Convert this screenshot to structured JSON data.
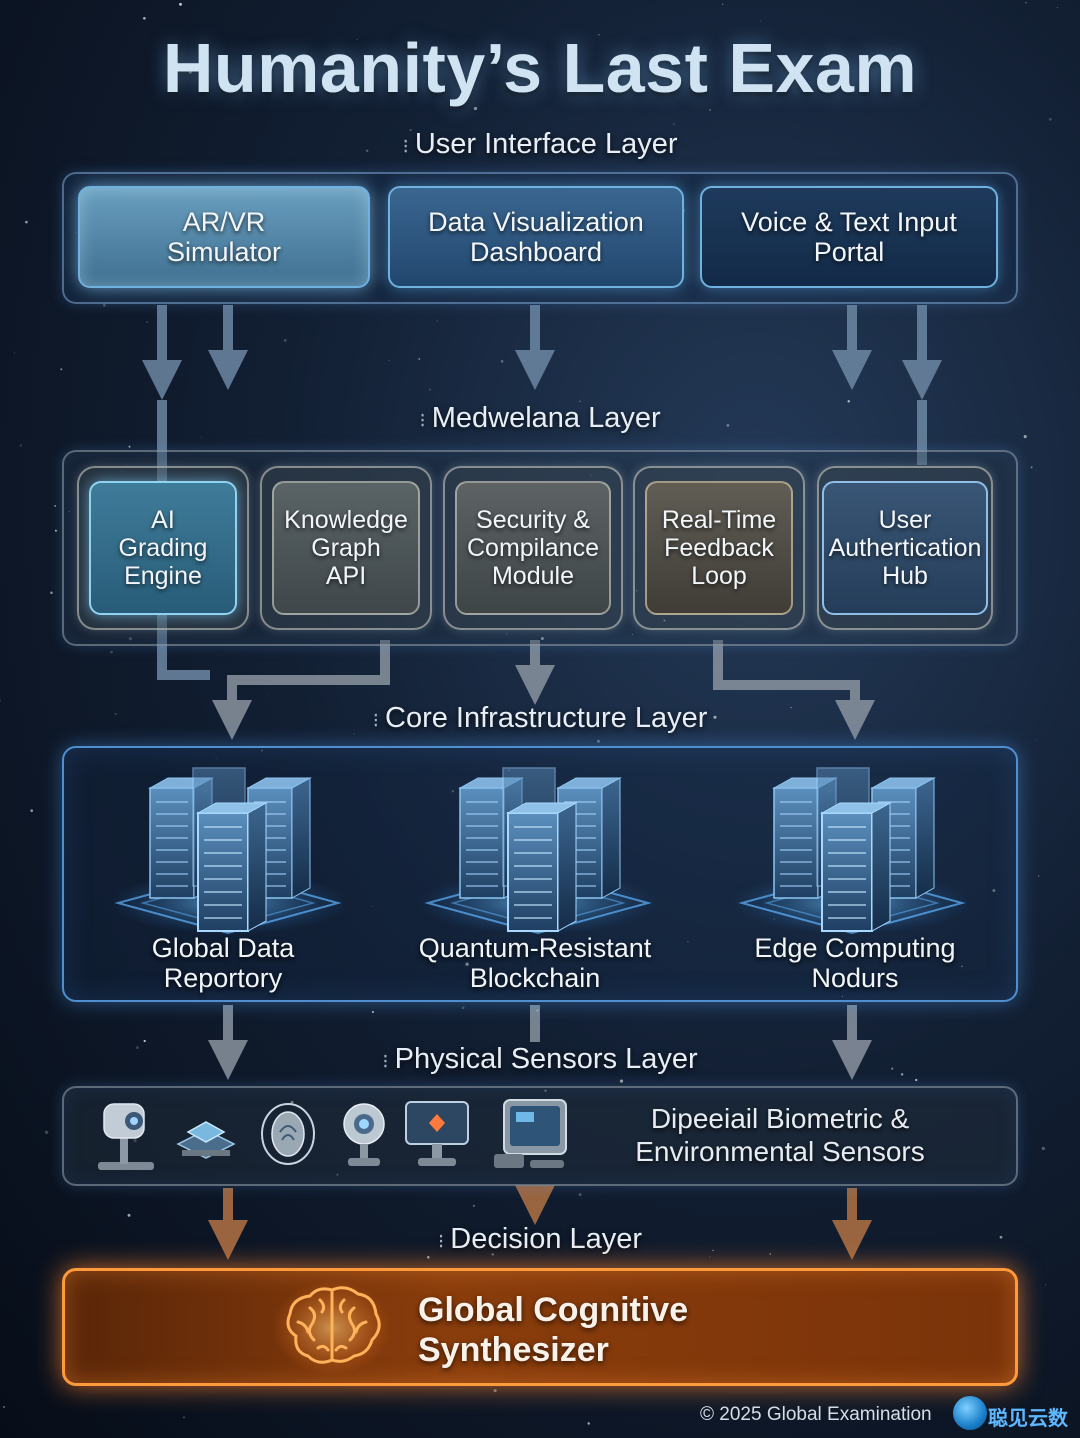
{
  "title": "Humanity’s Last Exam",
  "layers": {
    "ui": {
      "label": "User Interface Layer",
      "boxes": [
        {
          "line1": "AR/VR",
          "line2": "Simulator"
        },
        {
          "line1": "Data Visualization",
          "line2": "Dashboard"
        },
        {
          "line1": "Voice & Text Input",
          "line2": "Portal"
        }
      ]
    },
    "middleware": {
      "label": "Medwelana Layer",
      "boxes": [
        {
          "line1": "AI",
          "line2": "Grading",
          "line3": "Engine"
        },
        {
          "line1": "Knowledge",
          "line2": "Graph",
          "line3": "API"
        },
        {
          "line1": "Security &",
          "line2": "Compilance",
          "line3": "Module"
        },
        {
          "line1": "Real-Time",
          "line2": "Feedback",
          "line3": "Loop"
        },
        {
          "line1": "User",
          "line2": "Authertication",
          "line3": "Hub"
        }
      ]
    },
    "core": {
      "label": "Core Infrastructure Layer",
      "nodes": [
        {
          "line1": "Global Data",
          "line2": "Reportory"
        },
        {
          "line1": "Quantum-Resistant",
          "line2": "Blockchain"
        },
        {
          "line1": "Edge Computing",
          "line2": "Nodurs"
        }
      ]
    },
    "sensors": {
      "label": "Physical Sensors Layer",
      "description_line1": "Dipeeiail Biometric &",
      "description_line2": "Environmental Sensors",
      "icons": [
        "security-camera-icon",
        "circuit-chip-icon",
        "biometric-scanner-icon",
        "globe-sensor-icon",
        "monitor-sensor-icon",
        "tablet-device-icon"
      ]
    },
    "decision": {
      "label": "Decision Layer",
      "line1": "Global Cognitive",
      "line2": "Synthesizer",
      "icon": "brain-icon"
    }
  },
  "colors": {
    "accent_blue": "#6fb2e0",
    "decision_orange": "#ff9a3c",
    "background": "#0d1828"
  },
  "footer": {
    "copyright": "© 2025 Global Examination",
    "badge_text": "聪见云数"
  }
}
